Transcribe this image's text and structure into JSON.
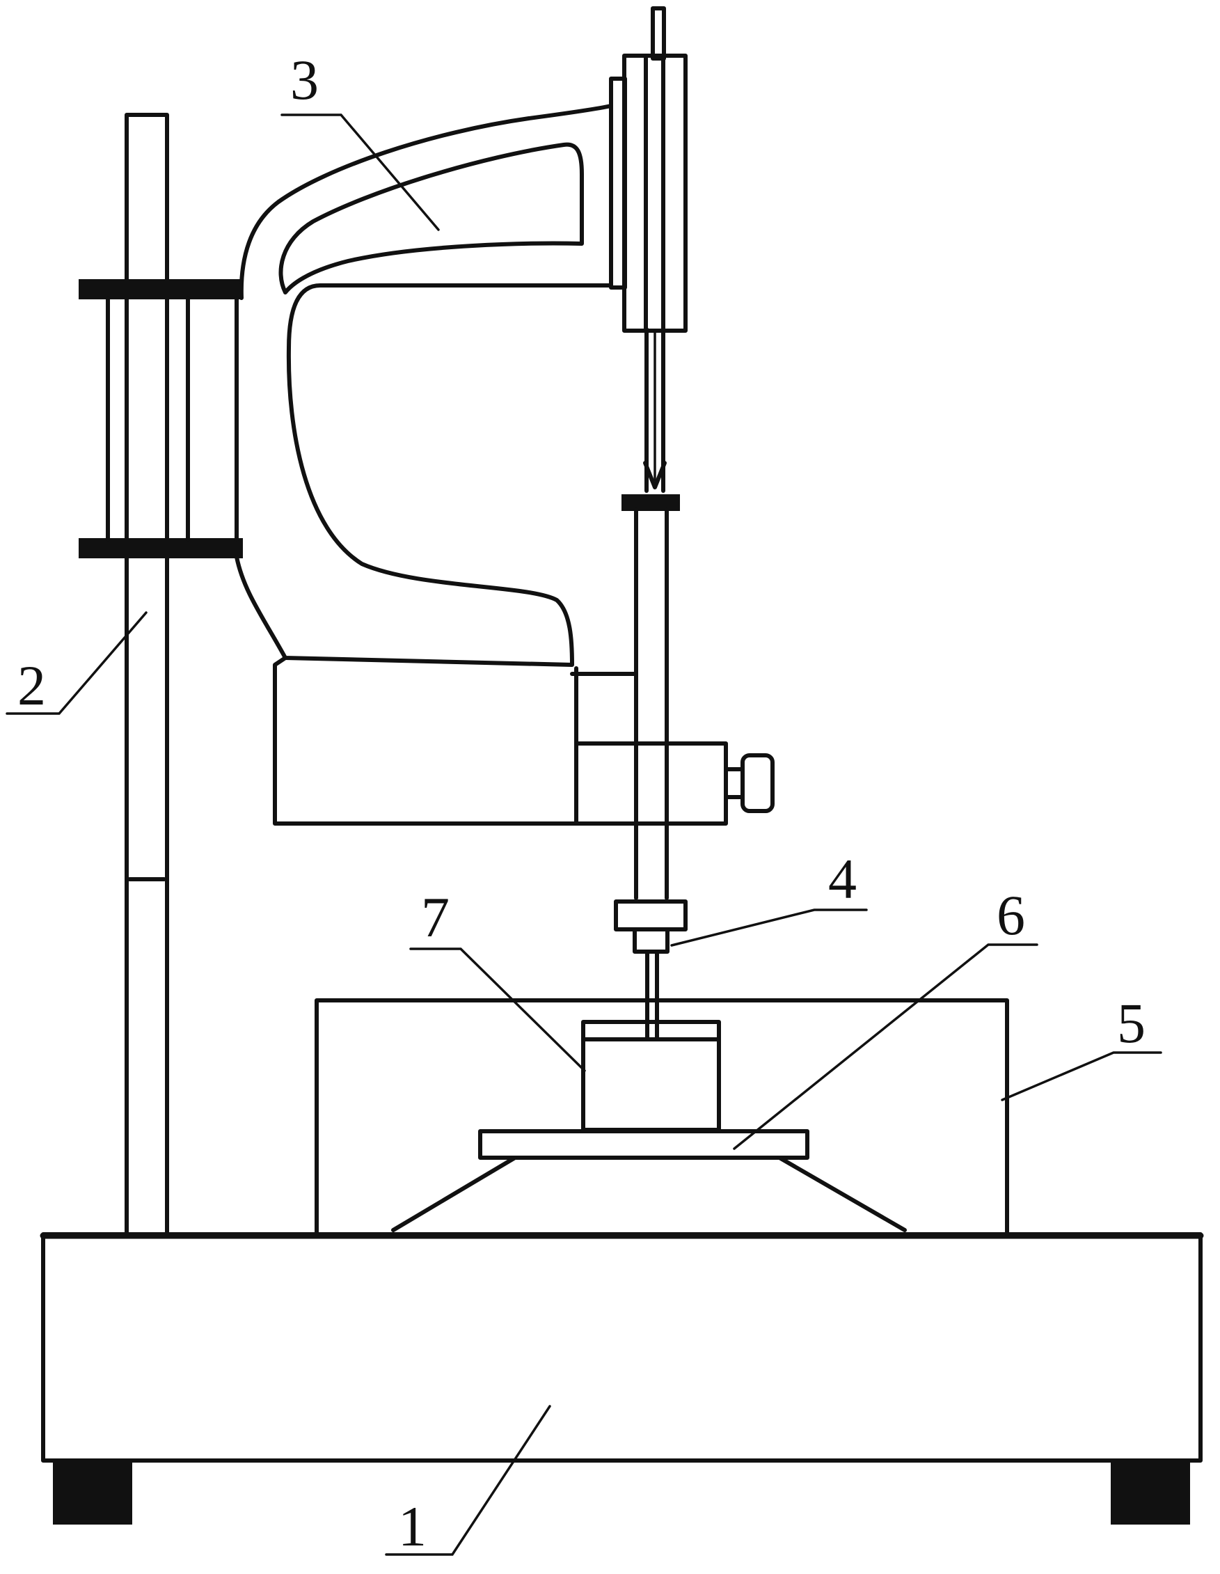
{
  "figure": {
    "background": "#ffffff",
    "stroke_color": "#111111",
    "labels": {
      "l1": "1",
      "l2": "2",
      "l3": "3",
      "l4": "4",
      "l5": "5",
      "l6": "6",
      "l7": "7"
    }
  }
}
